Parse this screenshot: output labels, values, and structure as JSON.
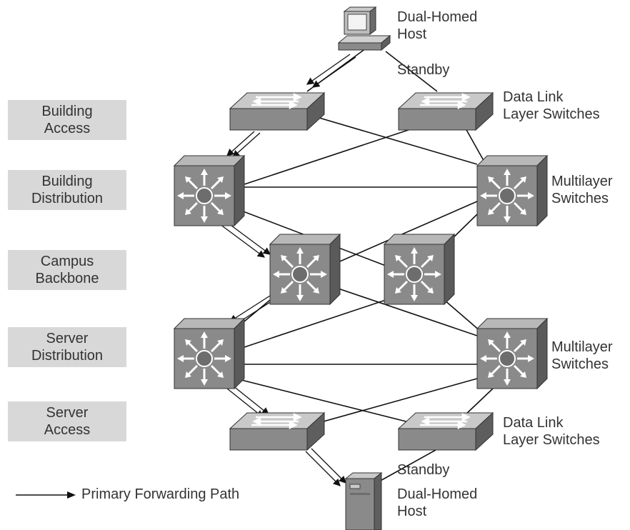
{
  "layers": [
    {
      "line1": "Building",
      "line2": "Access"
    },
    {
      "line1": "Building",
      "line2": "Distribution"
    },
    {
      "line1": "Campus",
      "line2": "Backbone"
    },
    {
      "line1": "Server",
      "line2": "Distribution"
    },
    {
      "line1": "Server",
      "line2": "Access"
    }
  ],
  "side_labels": {
    "top_host": {
      "line1": "Dual-Homed",
      "line2": "Host"
    },
    "standby_top": "Standby",
    "dl_switches_top": {
      "line1": "Data Link",
      "line2": "Layer Switches"
    },
    "ml_switches_top": {
      "line1": "Multilayer",
      "line2": "Switches"
    },
    "ml_switches_bottom": {
      "line1": "Multilayer",
      "line2": "Switches"
    },
    "dl_switches_bottom": {
      "line1": "Data Link",
      "line2": "Layer Switches"
    },
    "standby_bottom": "Standby",
    "bottom_host": {
      "line1": "Dual-Homed",
      "line2": "Host"
    }
  },
  "legend": {
    "label": "Primary Forwarding Path"
  },
  "colors": {
    "device_front": "#8a8a8a",
    "device_top": "#bdbdbd",
    "device_side": "#5e5e5e",
    "label_bg": "#d8d8d8",
    "line": "#111111"
  }
}
